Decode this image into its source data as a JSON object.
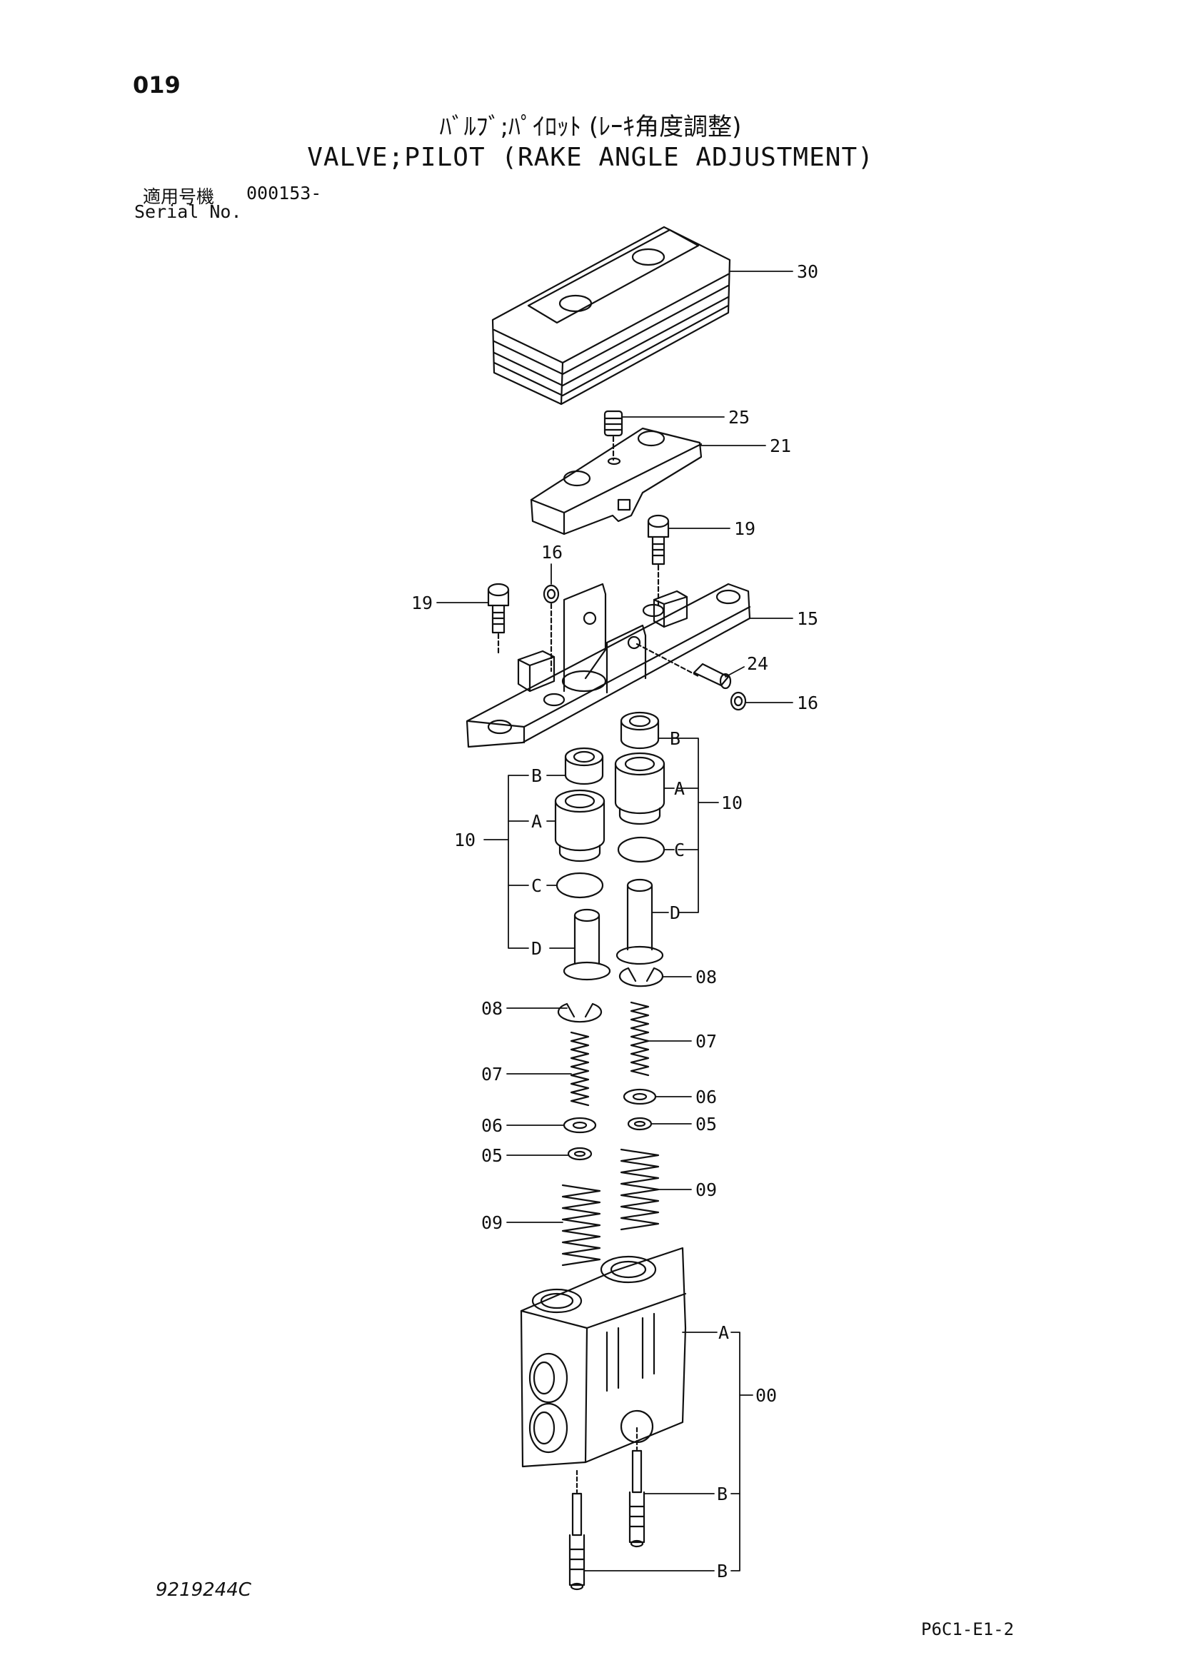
{
  "header": {
    "page_number": "019",
    "title_jp": "ﾊﾞﾙﾌﾞ;ﾊﾟｲﾛｯﾄ (ﾚｰｷ角度調整)",
    "title_en": "VALVE;PILOT (RAKE ANGLE ADJUSTMENT)",
    "serial_label_jp": "適用号機",
    "serial_number": "000153-",
    "serial_label_en": "Serial No."
  },
  "callouts": {
    "p30": "30",
    "p25": "25",
    "p21": "21",
    "p19a": "19",
    "p16a": "16",
    "p19b": "19",
    "p15": "15",
    "p24": "24",
    "p16b": "16",
    "p10r": "10",
    "p10l": "10",
    "rB": "B",
    "rA": "A",
    "rC": "C",
    "rD": "D",
    "lB": "B",
    "lA": "A",
    "lC": "C",
    "lD": "D",
    "p08r": "08",
    "p08l": "08",
    "p07r": "07",
    "p07l": "07",
    "p06r": "06",
    "p06l": "06",
    "p05r": "05",
    "p05l": "05",
    "p09r": "09",
    "p09l": "09",
    "p00": "00",
    "bA": "A",
    "bB1": "B",
    "bB2": "B"
  },
  "footer": {
    "drawing_number": "9219244C",
    "page_ref": "P6C1-E1-2"
  }
}
